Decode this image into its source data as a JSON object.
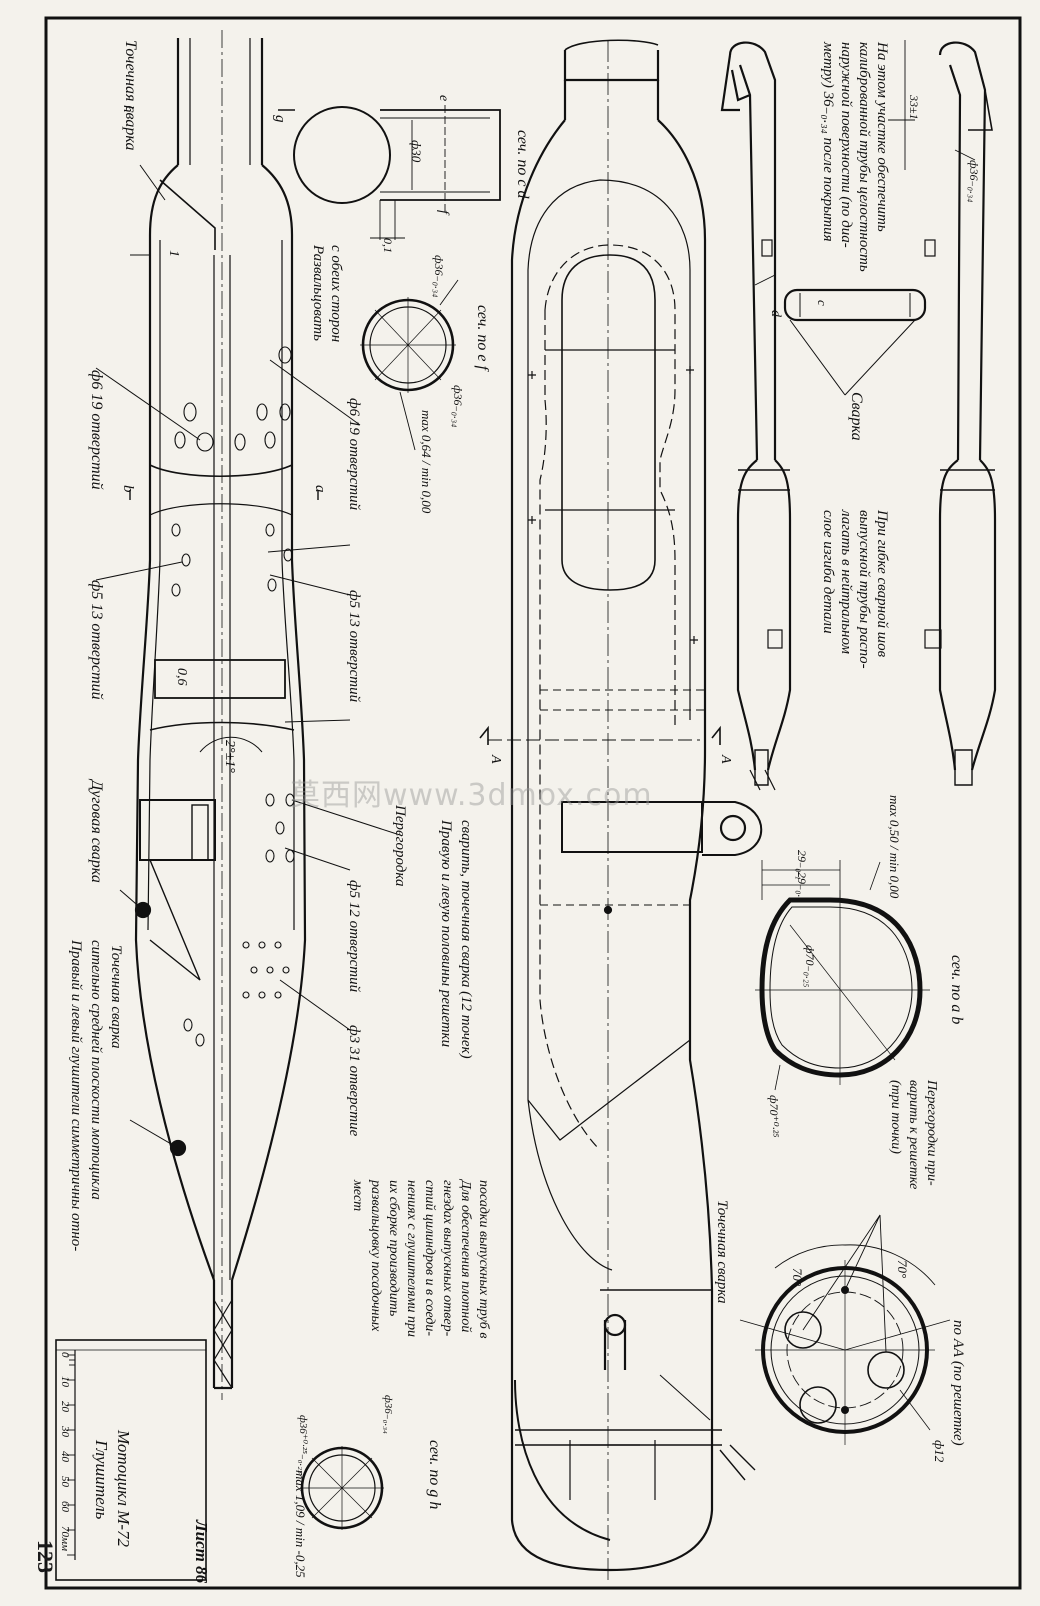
{
  "sheet": {
    "page_number": "123",
    "sheet_label": "Лист 86",
    "title": "Мотоцикл М-72",
    "subtitle": "Глушитель",
    "scale_ticks": [
      "0",
      "10",
      "20",
      "30",
      "40",
      "50",
      "60",
      "70мм"
    ],
    "watermark": "莫西网www.3dmox.com"
  },
  "sections": {
    "cd": "сеч. по c d",
    "ef": "сеч. по e f",
    "ab": "сеч. по a b",
    "gh": "сеч. по g h",
    "aa": "по АА (по решетке)"
  },
  "notes": {
    "top_note": [
      "На этом участке обеспечить",
      "калиброванной трубы целостность",
      "наружной поверхности (по диа-",
      "метру) 36₋₀.₃₄ после покрытия"
    ],
    "bend_note": [
      "При гибке сварной шов",
      "выпускной трубы распо-",
      "лагать в нейтральном",
      "слое изгиба детали"
    ],
    "grid_note": [
      "Правую и левую половины решетки",
      "сварить, точечная сварка (12 точек)"
    ],
    "baffles_note": [
      "Перегородки при-",
      "варить к решетке",
      "(три точки)"
    ],
    "fit_note": [
      "Для обеспечения плотной",
      "посадки выпускных труб в",
      "гнездах выпускных отвер-",
      "стий цилиндров и в соеди-",
      "нениях с глушителями при",
      "их сборке производить",
      "развальцовку посадочных",
      "мест"
    ],
    "symmetry_note": [
      "Правый и левый глушители симметричны отно-",
      "сительно средней плоскости мотоцикла"
    ],
    "flare_note": [
      "Развальцовать",
      "с обеих сторон"
    ]
  },
  "labels": {
    "spot_weld_1": "Точечная сварка",
    "spot_weld_2": "Точечная сварка",
    "spot_weld_3": "Точечная сварка",
    "arc_weld": "Дуговая сварка",
    "weld": "Сварка",
    "partition": "Перегородка",
    "holes_6": "ф6 19 отверстий",
    "holes_6b": "ф6 19 отверстий",
    "holes_5a": "ф5 13 отверстий",
    "holes_5b": "ф5 13 отверстий",
    "holes_5c": "ф5 12 отверстий",
    "holes_3": "ф3 31 отверстие",
    "angle": "2°±1°",
    "thk": "0,6",
    "dim_30": "ф30",
    "dim_01": "0,1",
    "dim_36_top": "ф36₋₀.₃₄",
    "dim_36_sec": "ф36₋₀.₃₄",
    "dim_36_sec2": "ф36₋₀.₃₄",
    "gap_1": "max 0,64 / min 0,00",
    "gap_2": "max 0,50 / min 0,00",
    "gap_3": "max 1,09 / min -0,25",
    "dim_36_gh": "ф36⁺⁰·²⁵₋₀.₂₅",
    "dim_36_gh2": "ф36₋₀.₃₄",
    "dim_33": "33±1",
    "dim_29a": "29₋₀.₁",
    "dim_29b": "29₋₀.₁",
    "dim_70a": "ф70₋₀.₂₅",
    "dim_70b": "ф70⁺⁰·²⁵",
    "angle_70a": "70°",
    "angle_70b": "70°",
    "dim_12": "ф12",
    "letter_A1": "А",
    "letter_A2": "А",
    "letter_a": "a",
    "letter_b": "b",
    "letter_c": "c",
    "letter_d": "d",
    "letter_g": "g",
    "letter_h": "h",
    "letter_e": "e",
    "letter_f": "f",
    "one": "1"
  }
}
